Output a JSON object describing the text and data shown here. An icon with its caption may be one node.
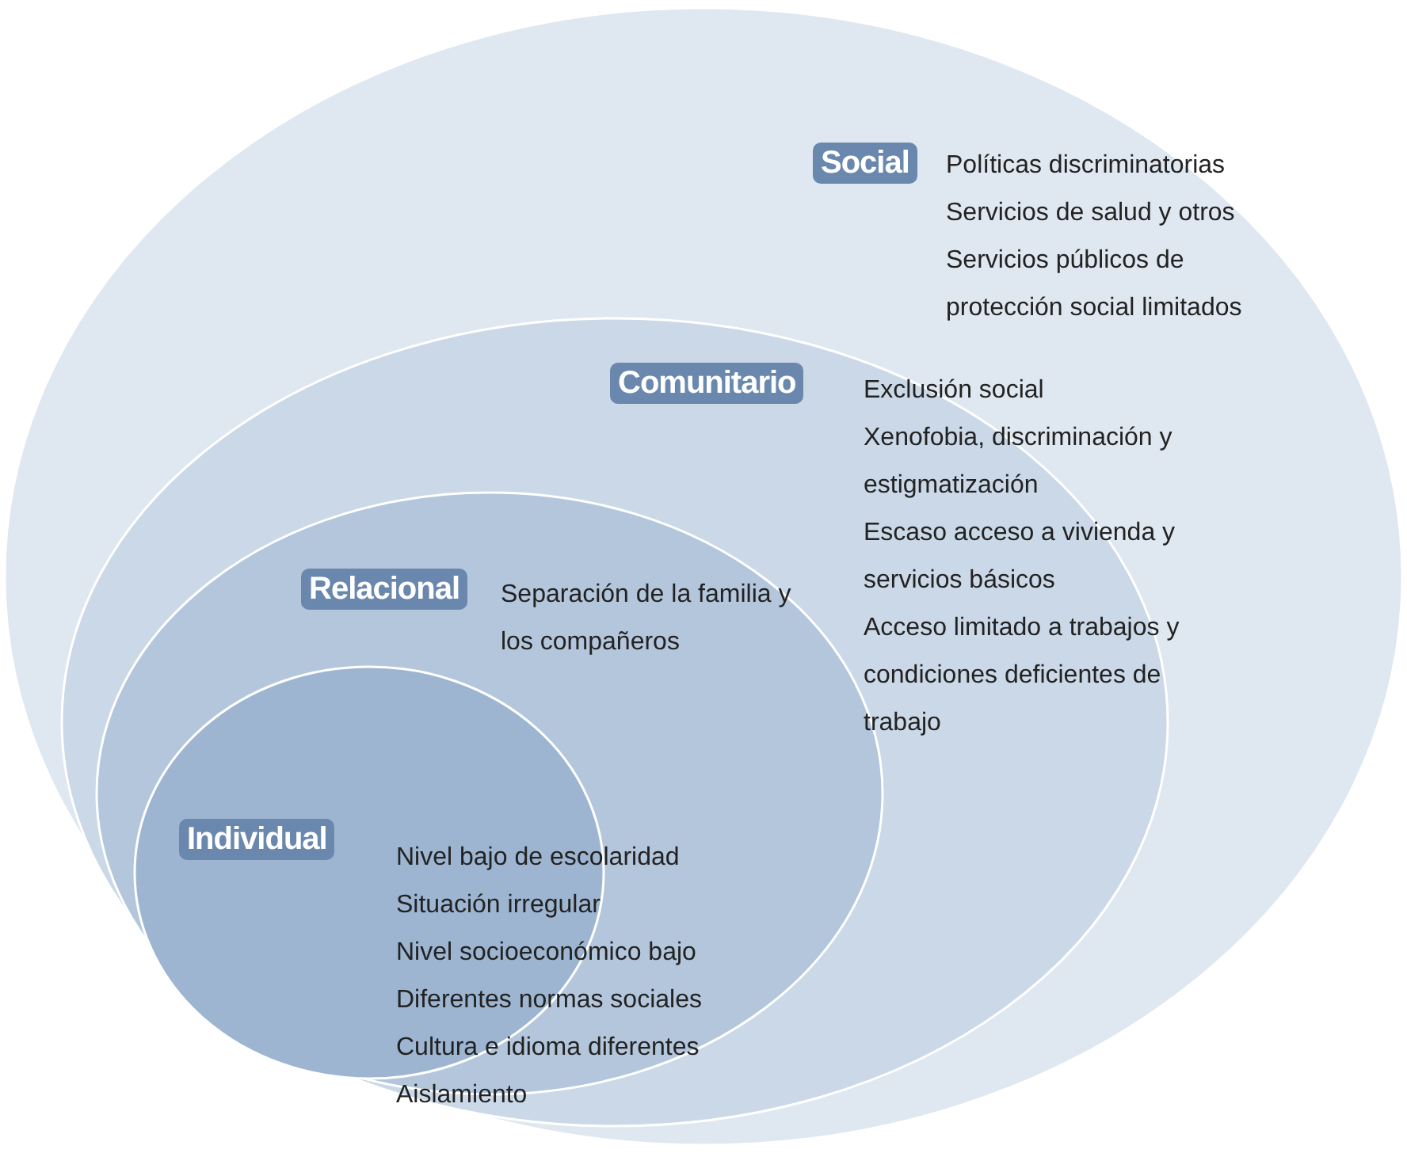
{
  "diagram": {
    "nodes": [
      {
        "text": [
          "Social",
          "Políticas discriminatorias",
          "Servicios de salud y otros",
          "Servicios públicos de protección social limitados"
        ]
      },
      {
        "text": [
          "Comunitario",
          "Exclusión social",
          "Xenofobia, discriminación y estigmatización",
          "Escaso acceso a vivienda y servicios básicos",
          "Acceso limitado a trabajos y condiciones deficientes de trabajo"
        ],
        "in": 0
      },
      {
        "text": [
          "Relacional",
          "Separación de la familia y los compañeros"
        ],
        "in": 1
      },
      {
        "text": [
          "Individual",
          "Nivel bajo de escolaridad",
          "Situación irregular",
          "Nivel socioeconómico bajo",
          "Diferentes normas sociales",
          "Cultura e idioma diferentes",
          "Aislamiento"
        ],
        "in": 2
      }
    ]
  }
}
